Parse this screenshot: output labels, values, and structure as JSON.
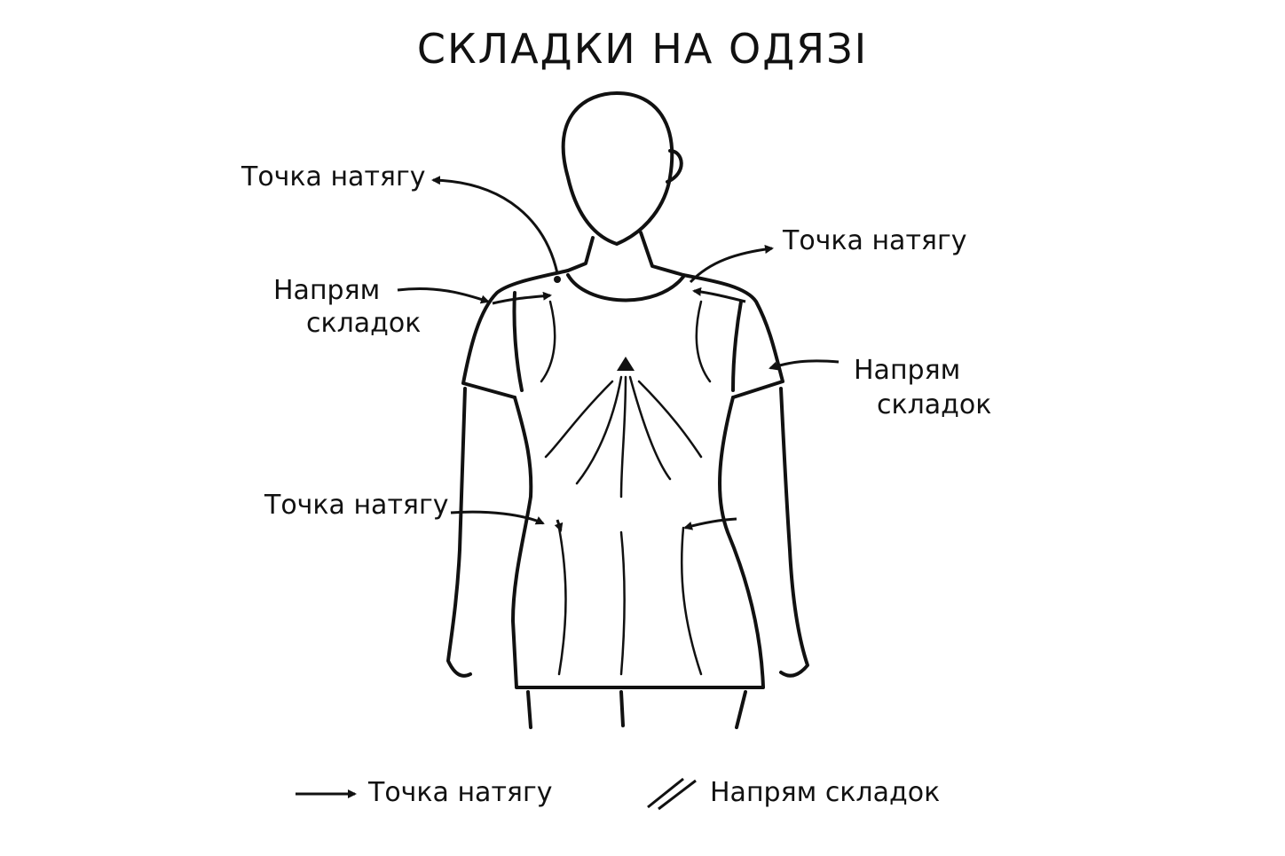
{
  "title": "СКЛАДКИ НА ОДЯЗІ",
  "labels": {
    "tension_top_left": "Точка натягу",
    "tension_top_right": "Точка натягу",
    "tension_waist": "Точка натягу",
    "direction_left_line1": "Напрям",
    "direction_left_line2": "складок",
    "direction_right_line1": "Напрям",
    "direction_right_line2": "складок"
  },
  "legend": {
    "tension": "Точка натягу",
    "direction": "Напрям складок"
  }
}
